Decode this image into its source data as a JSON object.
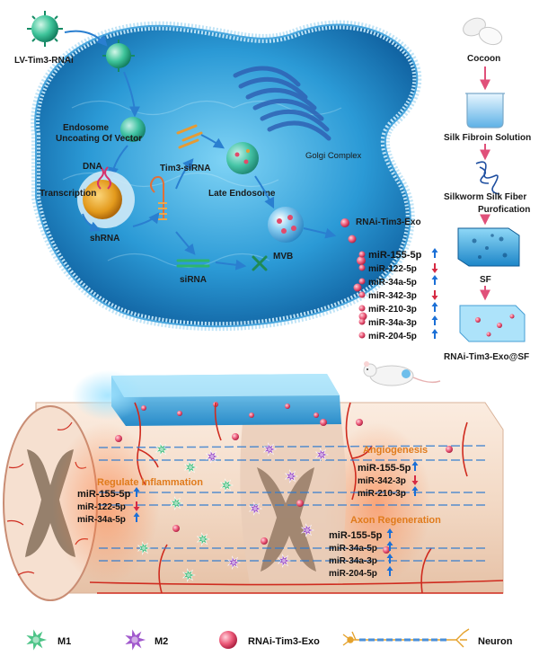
{
  "colors": {
    "cell_fill": "#1f8fd0",
    "membrane": "#3aa3dc",
    "silk": "#1d87c9",
    "cord": "#f2dbc9",
    "vessel": "#cf2b1f",
    "up_arrow": "#1a6fd6",
    "down_arrow": "#d62a43",
    "title_orange": "#e07b1c",
    "exosome": "#e24a6a"
  },
  "icons": [
    "virus-icon",
    "dna-icon",
    "nucleus-icon",
    "golgi-icon",
    "exosome-icon",
    "cocoon-icon",
    "beaker-icon",
    "fiber-icon",
    "scaffold-icon",
    "mouse-icon",
    "microglia-icon",
    "neuron-icon",
    "arrow-up-icon",
    "arrow-down-icon"
  ],
  "cell": {
    "virus_label": "LV-Tim3-RNAi",
    "endosome_label": "Endosome\nUncoating Of Vector",
    "dna_label": "DNA",
    "transcription_label": "Transcription",
    "shrna_label": "shRNA",
    "tim3_sirna_label": "Tim3-siRNA",
    "late_endosome_label": "Late Endosome",
    "golgi_label": "Golgi Complex",
    "sirna_label": "siRNA",
    "mvb_label": "MVB",
    "exo_label": "RNAi-Tim3-Exo"
  },
  "exo_mirnas": [
    {
      "name": "miR-155-5p",
      "dir": "up",
      "bold": true
    },
    {
      "name": "miR-122-5p",
      "dir": "down",
      "bold": false
    },
    {
      "name": "miR-34a-5p",
      "dir": "up",
      "bold": false
    },
    {
      "name": "miR-342-3p",
      "dir": "down",
      "bold": false
    },
    {
      "name": "miR-210-3p",
      "dir": "up",
      "bold": false
    },
    {
      "name": "miR-34a-3p",
      "dir": "up",
      "bold": false
    },
    {
      "name": "miR-204-5p",
      "dir": "up",
      "bold": false
    }
  ],
  "silk": {
    "cocoon_label": "Cocoon",
    "solution_label": "Silk Fibroin Solution",
    "fiber_label": "Silkworm Silk Fiber",
    "purification_label": "Purofication",
    "sf_label": "SF",
    "composite_label": "RNAi-Tim3-Exo@SF"
  },
  "inflammation": {
    "title": "Regulate Inflammation",
    "items": [
      {
        "name": "miR-155-5p",
        "dir": "up",
        "bold": true
      },
      {
        "name": "miR-122-5p",
        "dir": "down",
        "bold": false
      },
      {
        "name": "miR-34a-5p",
        "dir": "up",
        "bold": false
      }
    ]
  },
  "angiogenesis": {
    "title": "Angiogenesis",
    "items": [
      {
        "name": "miR-155-5p",
        "dir": "up",
        "bold": true
      },
      {
        "name": "miR-342-3p",
        "dir": "down",
        "bold": false
      },
      {
        "name": "miR-210-3p",
        "dir": "up",
        "bold": false
      }
    ]
  },
  "axon": {
    "title": "Axon Regeneration",
    "items": [
      {
        "name": "miR-155-5p",
        "dir": "up",
        "bold": true
      },
      {
        "name": "miR-34a-5p",
        "dir": "up",
        "bold": false
      },
      {
        "name": "miR-34a-3p",
        "dir": "up",
        "bold": false
      },
      {
        "name": "miR-204-5p",
        "dir": "up",
        "bold": false
      }
    ]
  },
  "legend": {
    "m1": "M1",
    "m2": "M2",
    "exo": "RNAi-Tim3-Exo",
    "neuron": "Neuron"
  }
}
